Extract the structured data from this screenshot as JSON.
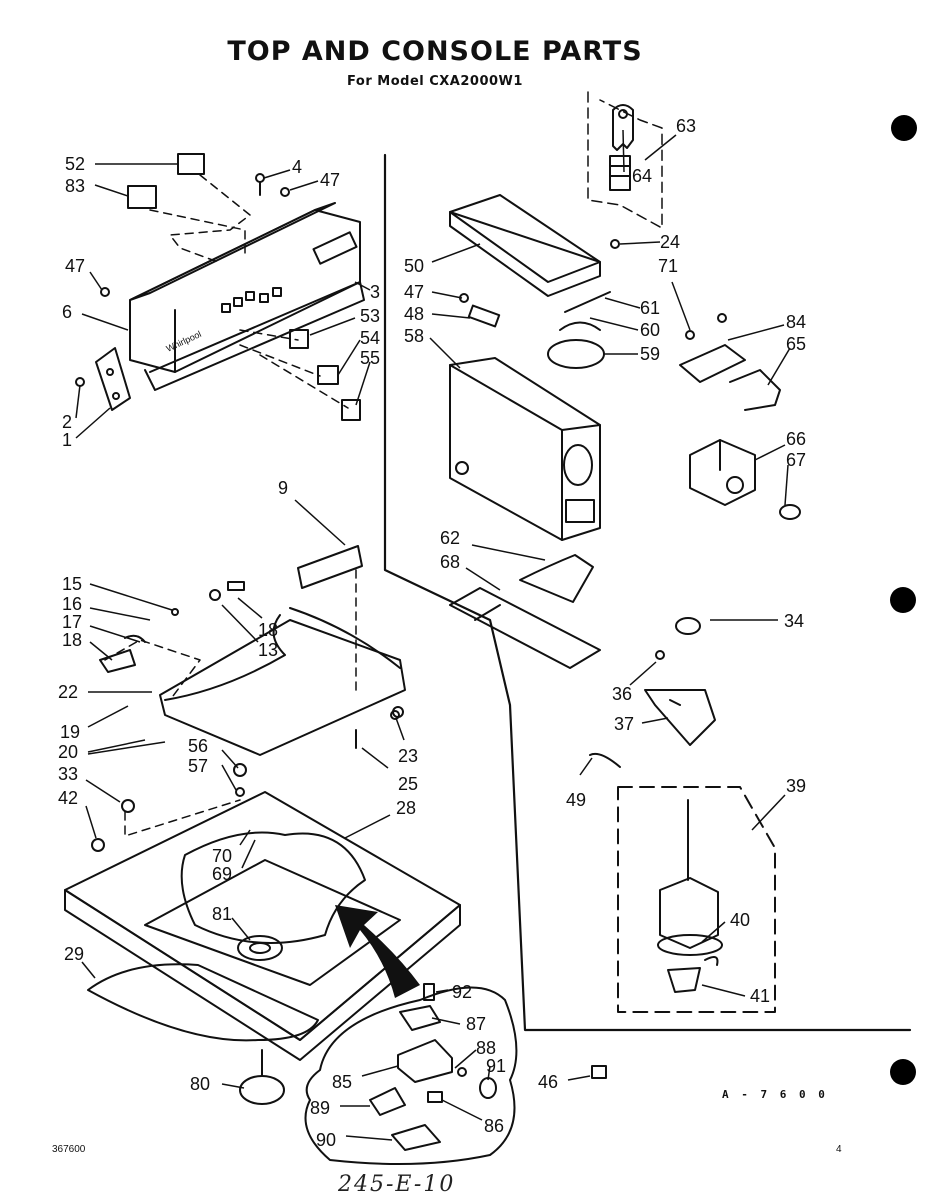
{
  "header": {
    "title": "TOP AND CONSOLE PARTS",
    "subtitle": "For Model CXA2000W1"
  },
  "footer": {
    "drawing_code": "A - 7 6 0 0",
    "document_number": "367600",
    "page_number": "4",
    "handwritten_note": "245-E-10"
  },
  "callouts": [
    "52",
    "83",
    "4",
    "47",
    "47",
    "3",
    "6",
    "53",
    "54",
    "55",
    "2",
    "1",
    "63",
    "64",
    "24",
    "71",
    "50",
    "47",
    "48",
    "61",
    "60",
    "59",
    "58",
    "84",
    "65",
    "66",
    "67",
    "9",
    "62",
    "68",
    "15",
    "16",
    "17",
    "18",
    "18",
    "13",
    "34",
    "22",
    "36",
    "19",
    "37",
    "20",
    "23",
    "56",
    "57",
    "25",
    "33",
    "42",
    "28",
    "70",
    "69",
    "81",
    "39",
    "40",
    "49",
    "41",
    "29",
    "92",
    "87",
    "88",
    "91",
    "85",
    "46",
    "80",
    "89",
    "86",
    "90"
  ]
}
